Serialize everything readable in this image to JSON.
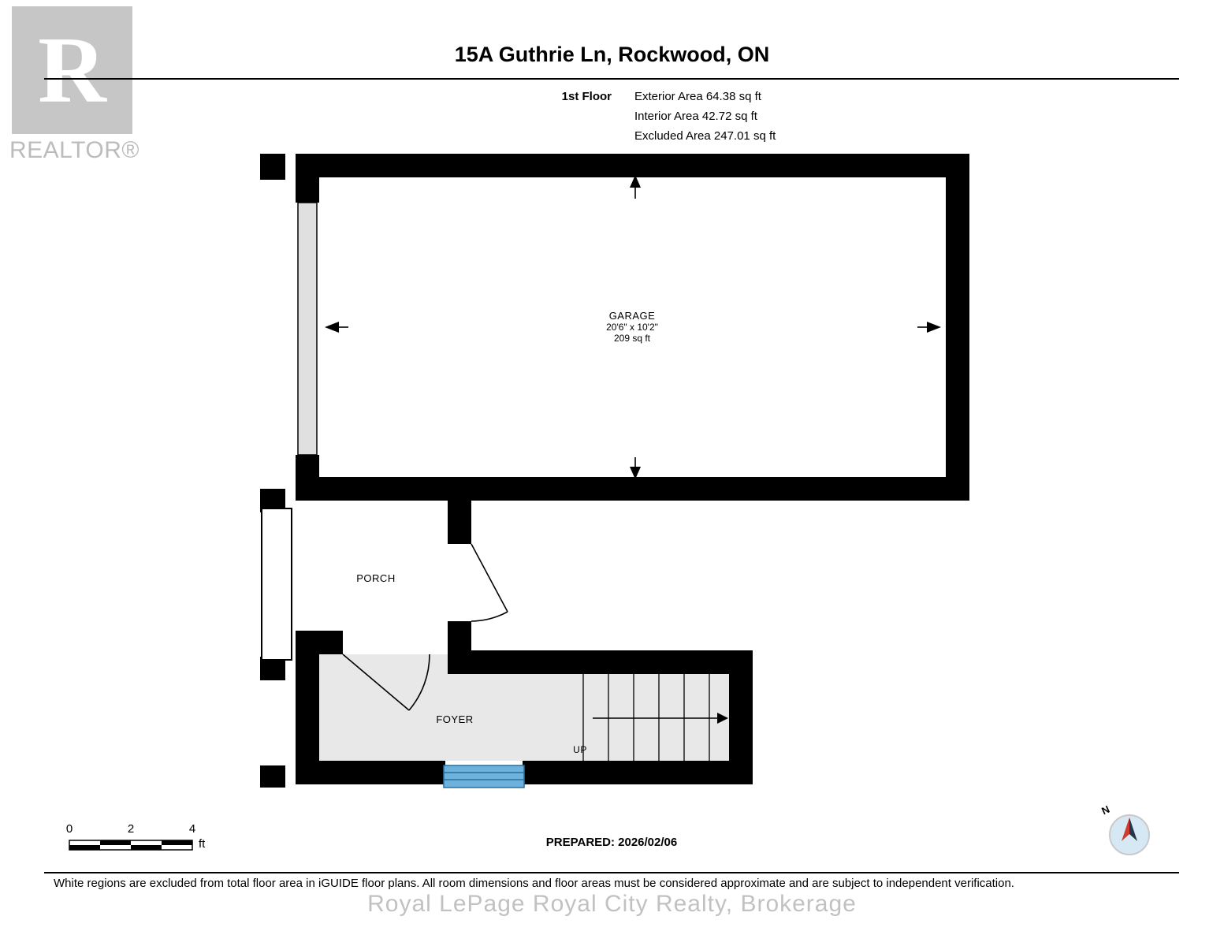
{
  "logo": {
    "glyph": "R",
    "brand": "REALTOR®"
  },
  "header": {
    "title": "15A Guthrie Ln, Rockwood, ON",
    "floor_label": "1st Floor",
    "stats": [
      "Exterior Area 64.38 sq ft",
      "Interior Area 42.72 sq ft",
      "Excluded Area 247.01 sq ft"
    ]
  },
  "rooms": {
    "garage": {
      "name": "GARAGE",
      "dimensions": "20'6\" x 10'2\"",
      "area": "209 sq ft"
    },
    "porch": {
      "name": "PORCH"
    },
    "foyer": {
      "name": "FOYER",
      "stairs_label": "UP"
    }
  },
  "scale_bar": {
    "ticks": [
      "0",
      "2",
      "4"
    ],
    "unit": "ft"
  },
  "compass": {
    "north_label": "N"
  },
  "footer": {
    "prepared": "PREPARED: 2026/02/06",
    "disclaimer": "White regions are excluded from total floor area in iGUIDE floor plans. All room dimensions and floor areas must be considered approximate and are subject to independent verification.",
    "watermark": "Royal LePage Royal City Realty, Brokerage"
  },
  "colors": {
    "wall": "#000000",
    "room_fill": "#e8e8e8",
    "window": "#e0e0e0",
    "exterior_stairs": "#6cb2dc",
    "exterior_stairs_line": "#2a6f9e",
    "compass_fill": "#d6e8f4",
    "compass_needle_red": "#d03a2f",
    "compass_needle_dark": "#25364a"
  }
}
